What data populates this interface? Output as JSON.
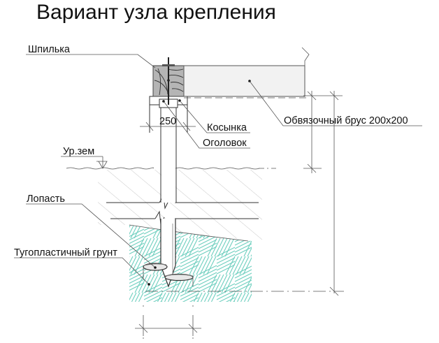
{
  "title": "Вариант узла крепления",
  "labels": {
    "stud": "Шпилька",
    "gusset": "Косынка",
    "cap": "Оголовок",
    "beam": "Обвязочный брус 200х200",
    "ground_level": "Ур.зем",
    "blade": "Лопасть",
    "soil": "Тугопластичный грунт"
  },
  "dimensions": {
    "cap_width": "250"
  },
  "colors": {
    "soil_hatch": "#6fcfbf",
    "ground_hatch": "#c8c8c8",
    "beam_fill": "#f2f2f2",
    "wood_fill": "#b5b5b5"
  }
}
